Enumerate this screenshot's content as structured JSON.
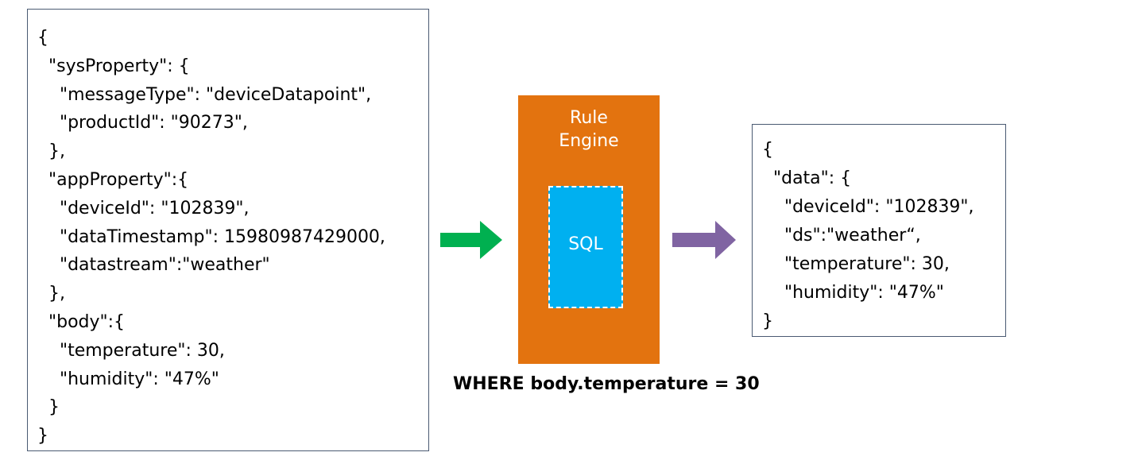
{
  "input_json": {
    "lines": [
      "{",
      "  \"sysProperty\": {",
      "    \"messageType\": \"deviceDatapoint\",",
      "    \"productId\": \"90273\",",
      "  },",
      "  \"appProperty\":{",
      "    \"deviceId\": \"102839\",",
      "    \"dataTimestamp\": 15980987429000,",
      "    \"datastream\":\"weather\"",
      "  },",
      "  \"body\":{",
      "    \"temperature\": 30,",
      "    \"humidity\": \"47%\"",
      "  }",
      "}"
    ]
  },
  "rule_engine": {
    "title_line1": "Rule",
    "title_line2": "Engine",
    "sql_label": "SQL",
    "color": "#e3730f",
    "sql_color": "#00b0f0"
  },
  "where_clause": "WHERE body.temperature = 30",
  "output_json": {
    "lines": [
      "{",
      "  \"data\": {",
      "    \"deviceId\": \"102839\",",
      "    \"ds\":\"weather“,",
      "    \"temperature\": 30,",
      "    \"humidity\": \"47%\"",
      "}"
    ]
  },
  "arrows": {
    "input_arrow_color": "#00b050",
    "output_arrow_color": "#8064a2"
  }
}
